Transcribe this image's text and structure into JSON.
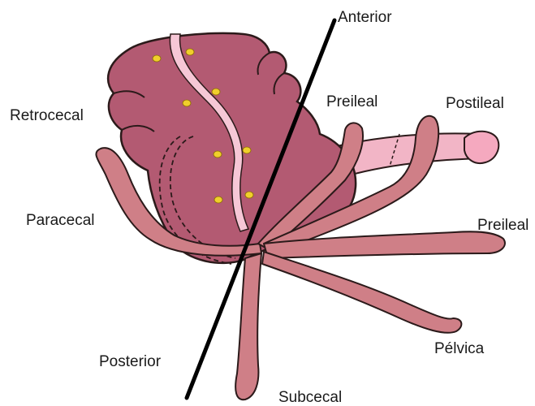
{
  "labels": {
    "anterior": "Anterior",
    "retrocecal": "Retrocecal",
    "preileal_top": "Preileal",
    "postileal": "Postileal",
    "paracecal": "Paracecal",
    "preileal_right": "Preileal",
    "pelvica": "Pélvica",
    "posterior": "Posterior",
    "subcecal": "Subcecal"
  },
  "colors": {
    "cecum": "#b35a72",
    "appendix": "#cf7f87",
    "ileum": "#f2b5c6",
    "ileum_end": "#f5a9bf",
    "taenia": "#f6c7d6",
    "nodes": "#f0cf2c",
    "outline": "#2b1a1a",
    "axis": "#000000"
  }
}
